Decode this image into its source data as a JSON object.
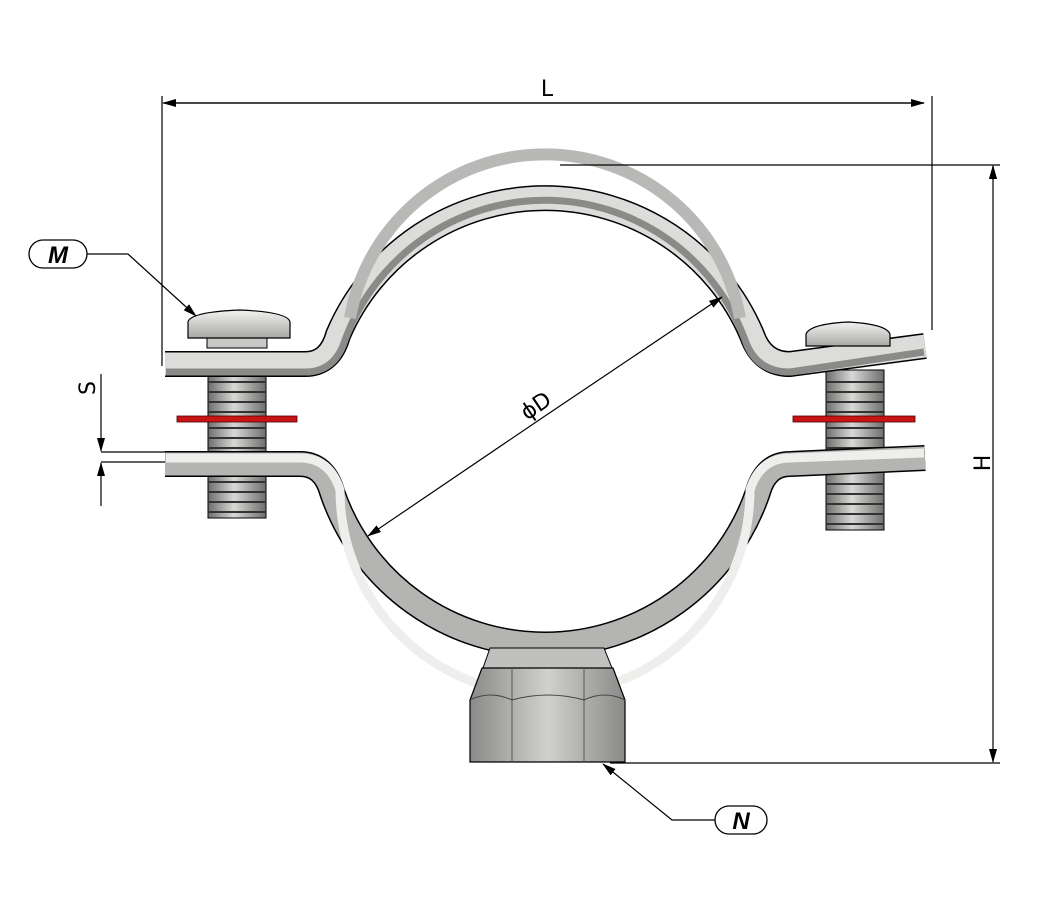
{
  "dimensions": {
    "length_label": "L",
    "height_label": "H",
    "thickness_label": "S",
    "diameter_label": "ϕD"
  },
  "callouts": {
    "screw_label": "M",
    "nut_label": "N"
  },
  "colors": {
    "washer": "#c81414",
    "metal_light": "#e4e4e2",
    "metal_mid": "#b4b4b2",
    "metal_dark": "#7c7c7a"
  }
}
